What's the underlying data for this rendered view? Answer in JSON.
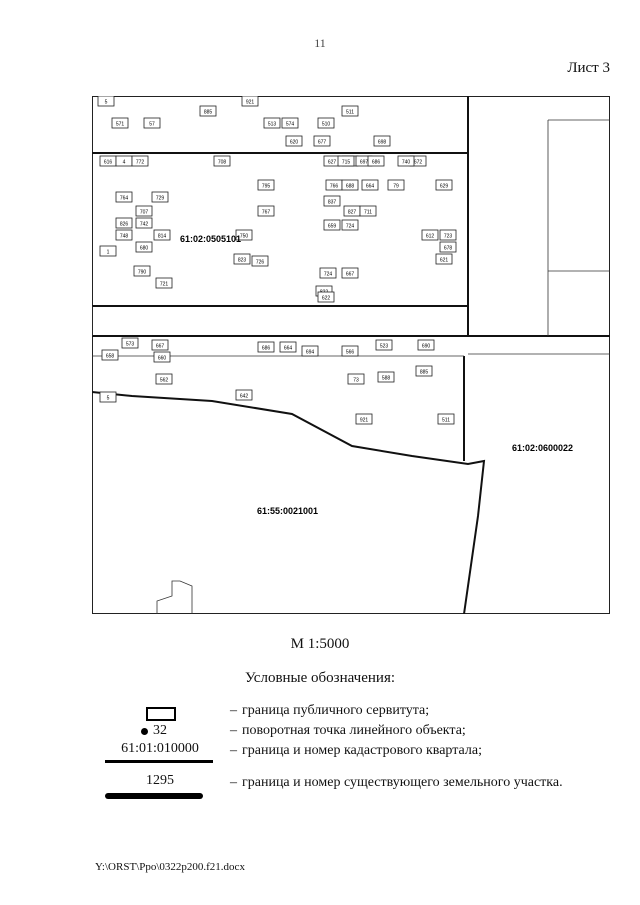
{
  "page_number": "11",
  "sheet_label": "Лист 3",
  "scale": "М 1:5000",
  "map": {
    "quarter_labels": [
      "61:02:0505101",
      "61:02:0600022",
      "61:55:0021001"
    ],
    "parcel_labels": [
      "885",
      "5",
      "921",
      "511",
      "513",
      "574",
      "510",
      "571",
      "57",
      "1",
      "677",
      "620",
      "698",
      "714",
      "697",
      "686",
      "627",
      "715",
      "672",
      "616",
      "4",
      "772",
      "708",
      "740",
      "795",
      "766",
      "688",
      "664",
      "79",
      "629",
      "764",
      "729",
      "767",
      "837",
      "827",
      "711",
      "826",
      "742",
      "659",
      "724",
      "707",
      "748",
      "814",
      "750",
      "723",
      "680",
      "823",
      "726",
      "724",
      "667",
      "822",
      "790",
      "721",
      "622",
      "612",
      "678",
      "621",
      "573",
      "667",
      "658",
      "660",
      "686",
      "664",
      "694",
      "566",
      "523",
      "690",
      "562",
      "642",
      "588",
      "73"
    ]
  },
  "legend": {
    "title": "Условные обозначения:",
    "point_number": "32",
    "quarter_number": "61:01:010000",
    "parcel_number": "1295",
    "dash": "–",
    "items": [
      "граница публичного сервитута;",
      "поворотная точка линейного объекта;",
      "граница и номер кадастрового квартала;",
      "граница и номер существующего земельного участка."
    ]
  },
  "footer_path": "Y:\\ORST\\Ppo\\0322p200.f21.docx"
}
